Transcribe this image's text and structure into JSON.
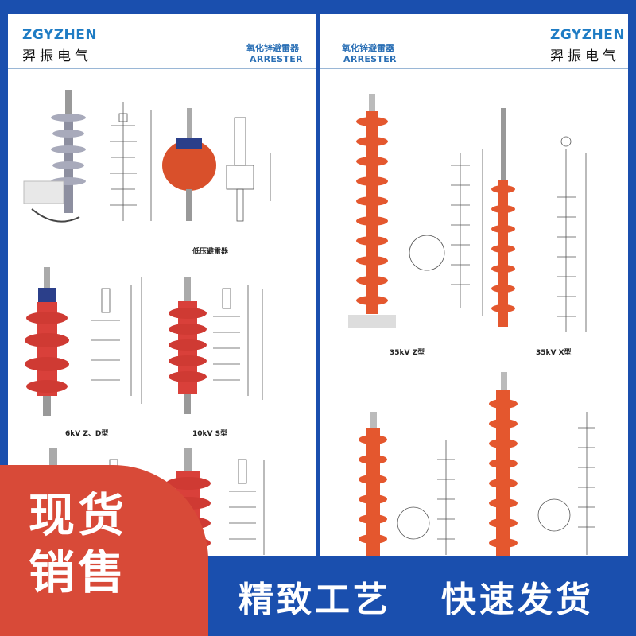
{
  "left_page": {
    "brand_en": "ZGYZHEN",
    "brand_cn": "羿振电气",
    "title_cn": "氧化锌避雷器",
    "title_en": "ARRESTER",
    "captions": [
      "低压避雷器",
      "6kV Z、D型",
      "10kV S型"
    ]
  },
  "right_page": {
    "brand_en": "ZGYZHEN",
    "brand_cn": "羿振电气",
    "title_cn": "氧化锌避雷器",
    "title_en": "ARRESTER",
    "captions": [
      "35kV Z型",
      "35kV X型"
    ]
  },
  "promo": {
    "badge_line1": "现货",
    "badge_line2": "销售",
    "slogan_1": "精致工艺",
    "slogan_2": "快速发货"
  },
  "colors": {
    "background_blue": "#1a4fae",
    "promo_red": "#d84a38",
    "arrester_orange": "#e4572e",
    "brand_blue": "#1f7cc4"
  }
}
